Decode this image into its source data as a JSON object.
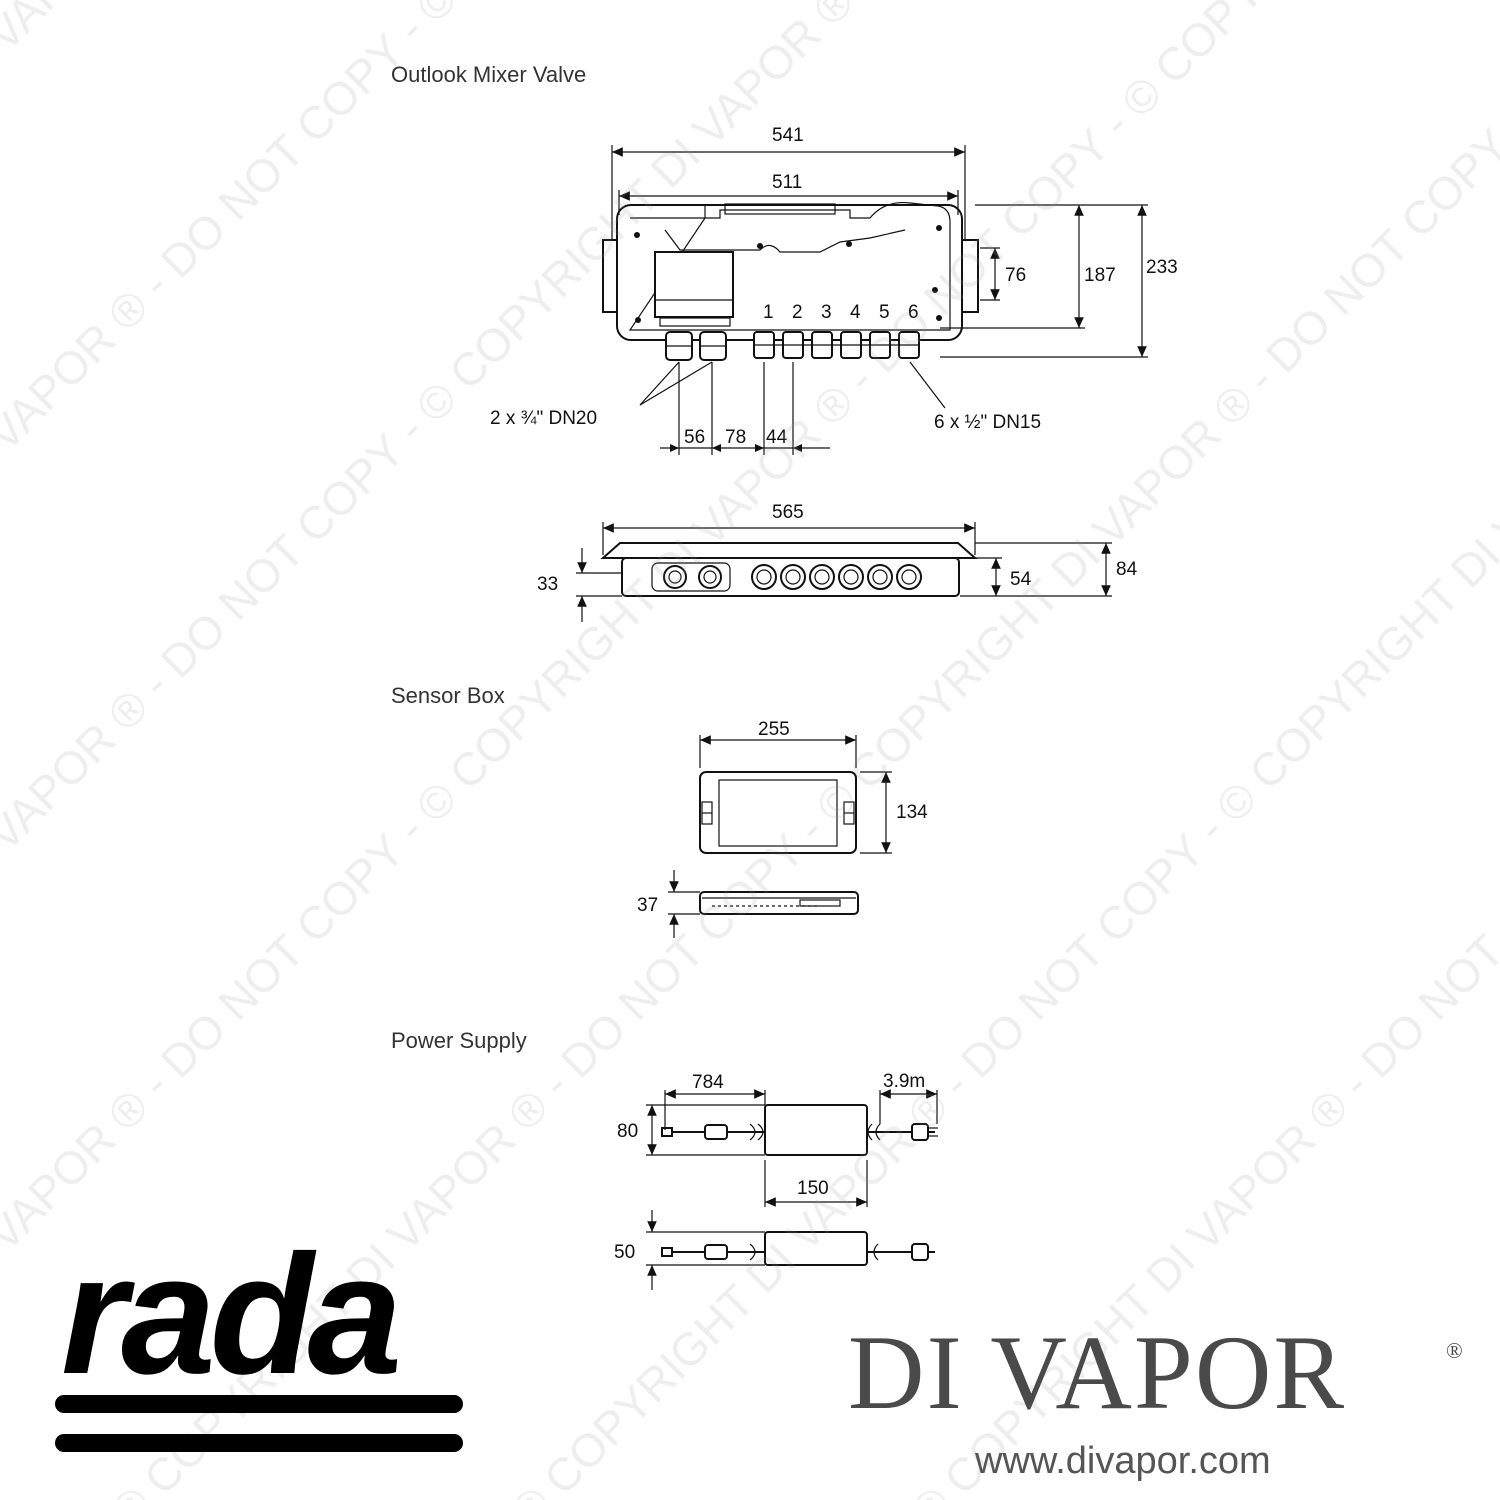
{
  "sections": {
    "mixer_title": "Outlook Mixer Valve",
    "sensor_title": "Sensor Box",
    "power_title": "Power Supply"
  },
  "mixer": {
    "dim_overall_width": "541",
    "dim_inner_width": "511",
    "dim_76": "76",
    "dim_187": "187",
    "dim_233": "233",
    "dim_56": "56",
    "dim_78": "78",
    "dim_44": "44",
    "inlets_label": "2 x ¾\" DN20",
    "outlets_label": "6 x ½\" DN15",
    "outlet_numbers": [
      "1",
      "2",
      "3",
      "4",
      "5",
      "6"
    ],
    "dim_side_width": "565",
    "dim_33": "33",
    "dim_54": "54",
    "dim_84": "84"
  },
  "sensor": {
    "dim_width": "255",
    "dim_height": "134",
    "dim_depth": "37"
  },
  "power": {
    "dim_cable_left": "784",
    "dim_cable_right": "3.9m",
    "dim_height": "80",
    "dim_width": "150",
    "dim_depth": "50"
  },
  "watermark": {
    "text": "© COPYRIGHT DI VAPOR ® - DO NOT COPY - © COPYRIGHT DI VAPOR ® - DO NOT COPY - © COPYRIGHT DI VAPOR ® - DO NOT COPY -"
  },
  "brand": {
    "logo_rada": "rada",
    "logo_divapor": "DI VAPOR",
    "registered": "®",
    "url": "www.divapor.com"
  }
}
